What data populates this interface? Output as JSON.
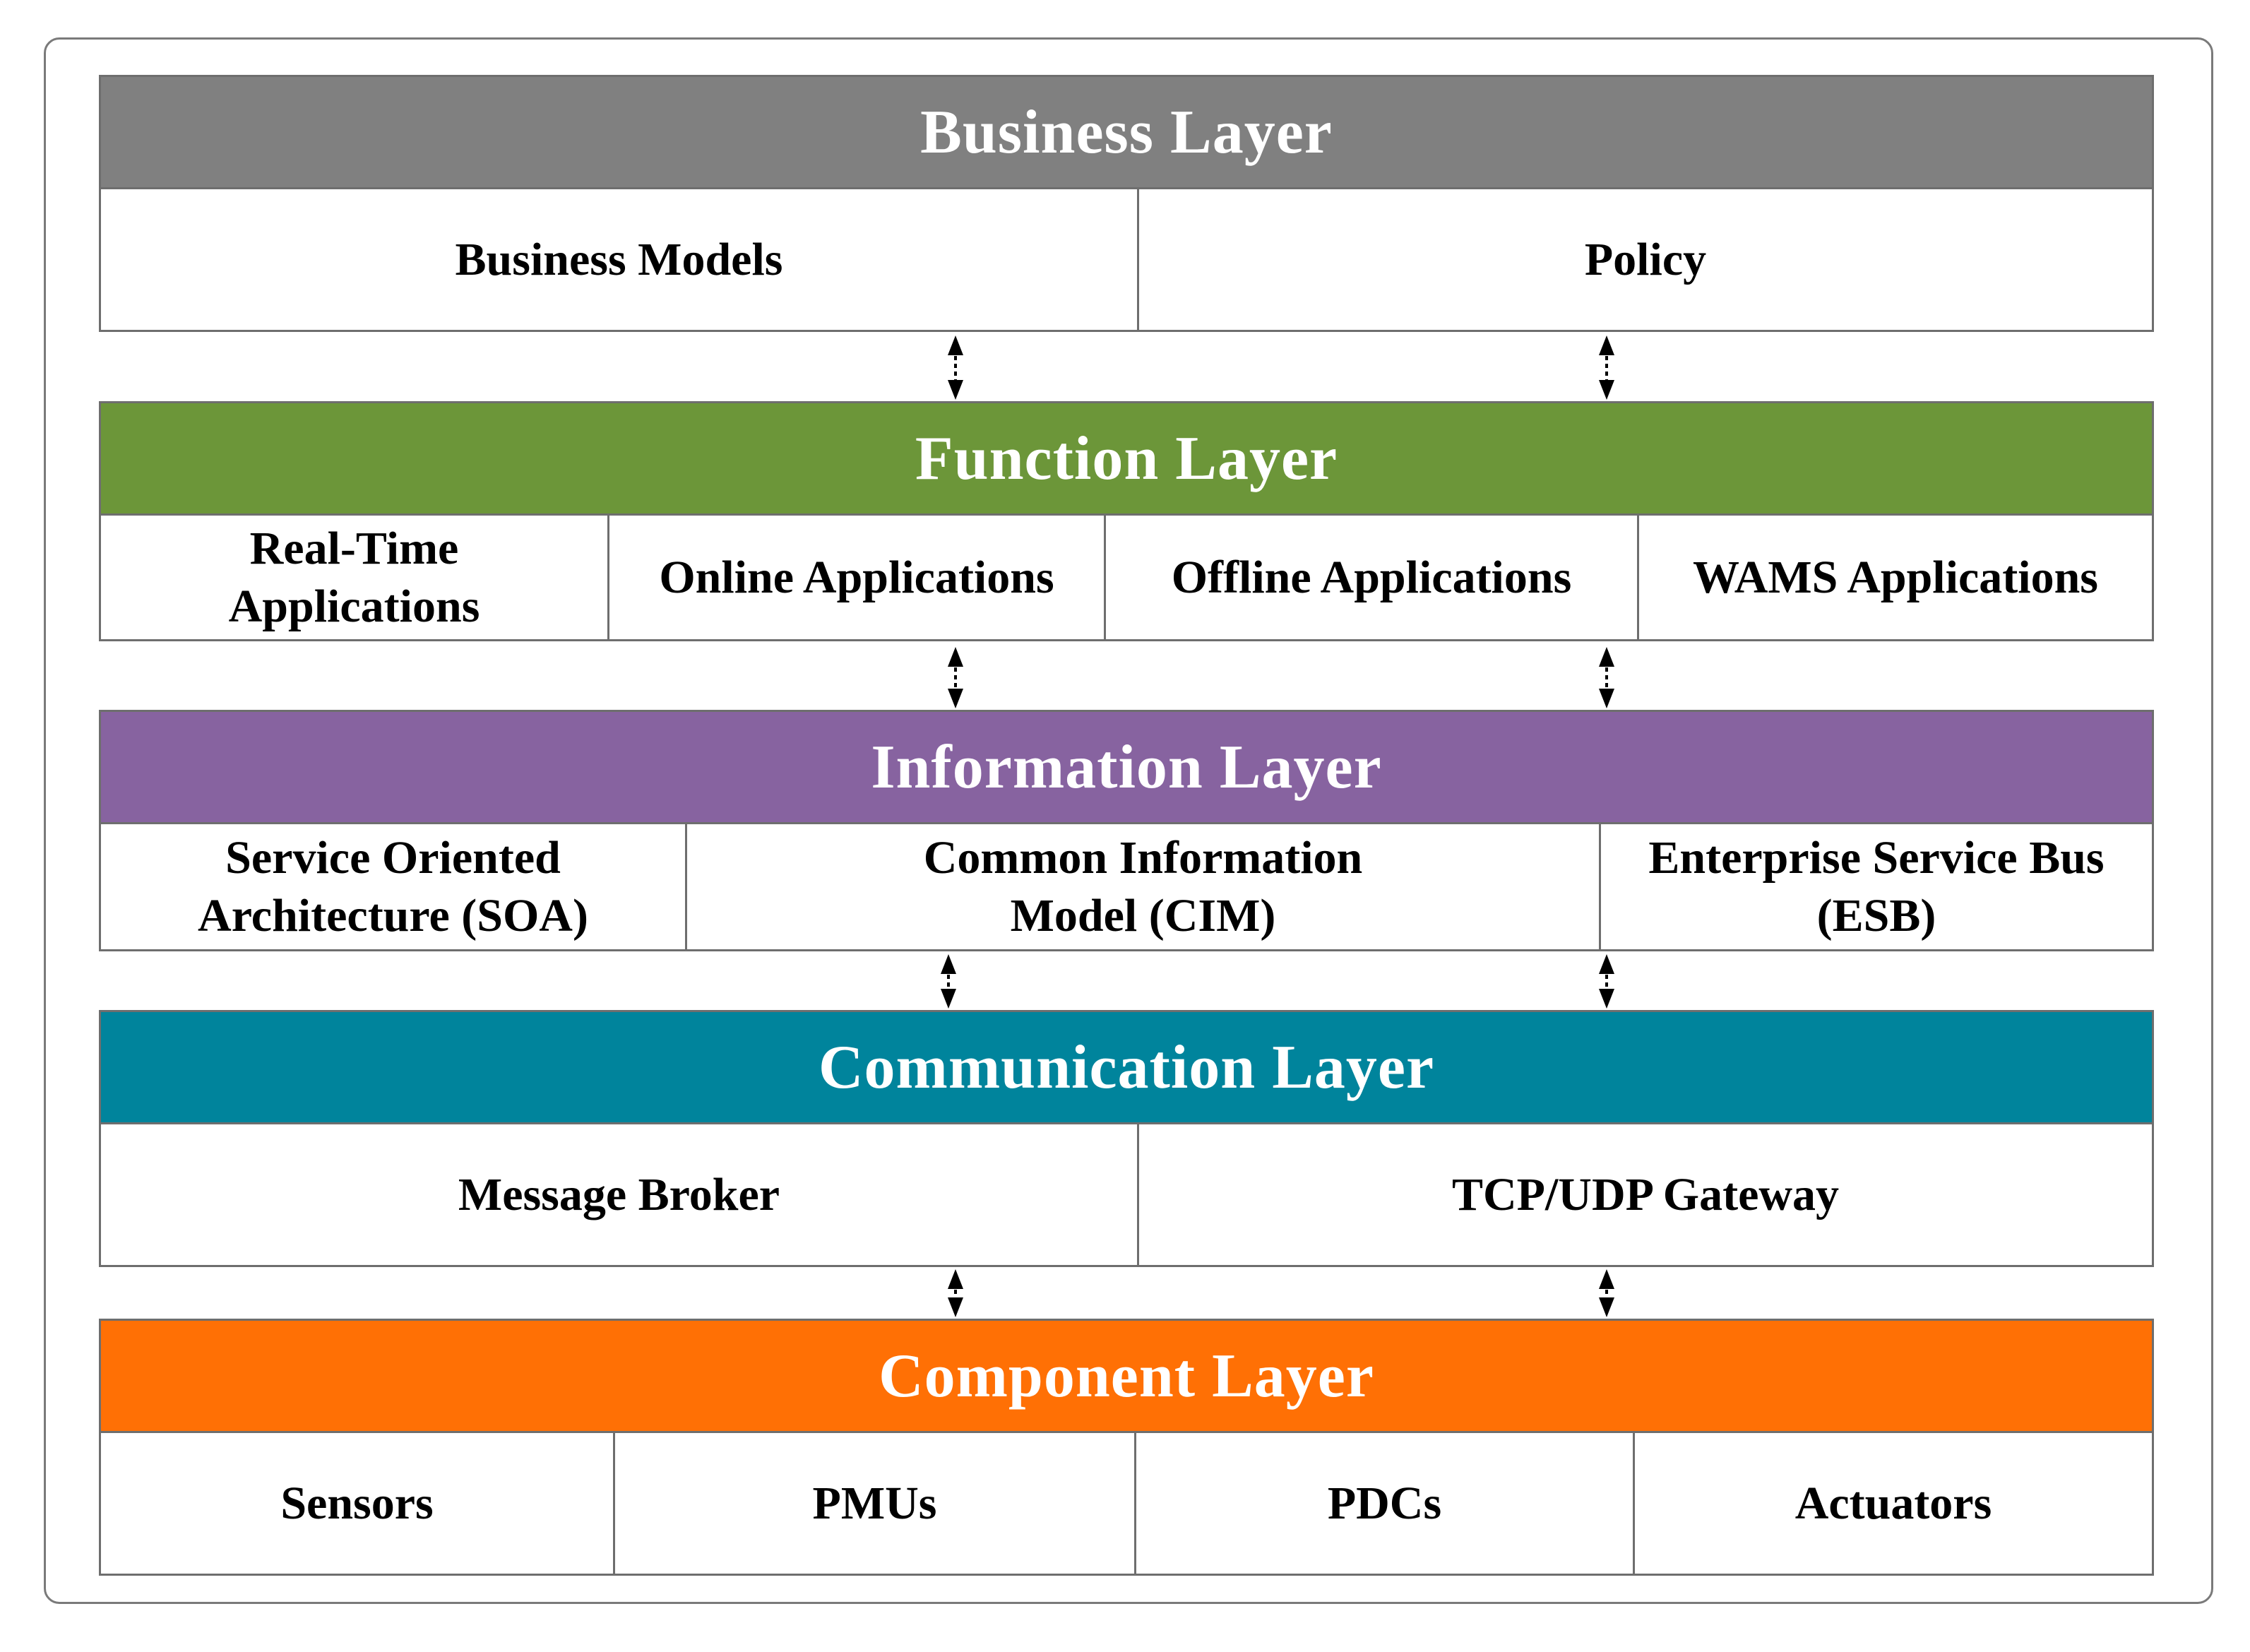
{
  "colors": {
    "business": "#808080",
    "function": "#6c9639",
    "information": "#8763a0",
    "communication": "#00849c",
    "component": "#ff7005",
    "border": "#6e6e6e"
  },
  "layers": [
    {
      "id": "business",
      "title": "Business Layer",
      "cells": [
        "Business Models",
        "Policy"
      ]
    },
    {
      "id": "function",
      "title": "Function Layer",
      "cells": [
        "Real-Time Applications",
        "Online Applications",
        "Offline Applications",
        "WAMS Applications"
      ]
    },
    {
      "id": "information",
      "title": "Information Layer",
      "cells": [
        "Service Oriented Architecture (SOA)",
        "Common Information Model (CIM)",
        "Enterprise Service Bus (ESB)"
      ]
    },
    {
      "id": "communication",
      "title": "Communication Layer",
      "cells": [
        "Message Broker",
        "TCP/UDP Gateway"
      ]
    },
    {
      "id": "component",
      "title": "Component Layer",
      "cells": [
        "Sensors",
        "PMUs",
        "PDCs",
        "Actuators"
      ]
    }
  ],
  "connectors": {
    "icon": "bidirectional-arrow-icon"
  }
}
